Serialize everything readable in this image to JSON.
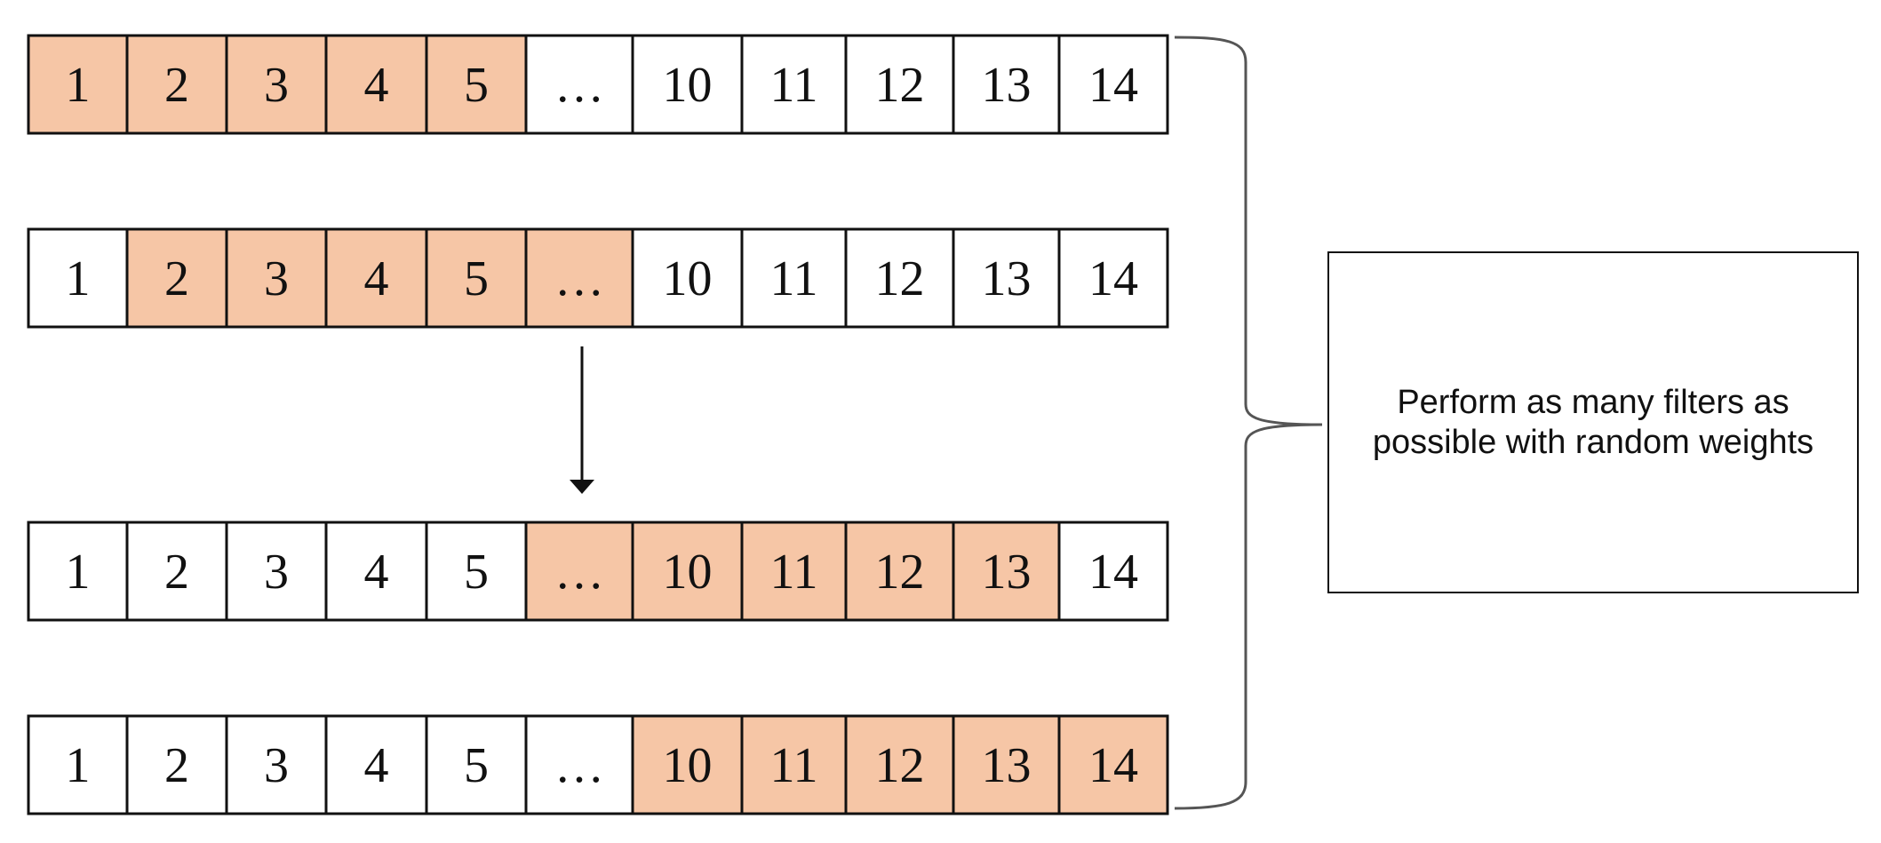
{
  "filter_rows": [
    {
      "cells": [
        "1",
        "2",
        "3",
        "4",
        "5",
        "…",
        "10",
        "11",
        "12",
        "13",
        "14"
      ],
      "highlighted": [
        true,
        true,
        true,
        true,
        true,
        false,
        false,
        false,
        false,
        false,
        false
      ]
    },
    {
      "cells": [
        "1",
        "2",
        "3",
        "4",
        "5",
        "…",
        "10",
        "11",
        "12",
        "13",
        "14"
      ],
      "highlighted": [
        false,
        true,
        true,
        true,
        true,
        true,
        false,
        false,
        false,
        false,
        false
      ]
    },
    {
      "cells": [
        "1",
        "2",
        "3",
        "4",
        "5",
        "…",
        "10",
        "11",
        "12",
        "13",
        "14"
      ],
      "highlighted": [
        false,
        false,
        false,
        false,
        false,
        true,
        true,
        true,
        true,
        true,
        false
      ]
    },
    {
      "cells": [
        "1",
        "2",
        "3",
        "4",
        "5",
        "…",
        "10",
        "11",
        "12",
        "13",
        "14"
      ],
      "highlighted": [
        false,
        false,
        false,
        false,
        false,
        false,
        true,
        true,
        true,
        true,
        true
      ]
    }
  ],
  "note": {
    "text": "Perform as many filters as possible with random weights"
  },
  "colors": {
    "highlight": "#f6c6a6",
    "cell_fill": "#ffffff",
    "stroke": "#111111"
  }
}
